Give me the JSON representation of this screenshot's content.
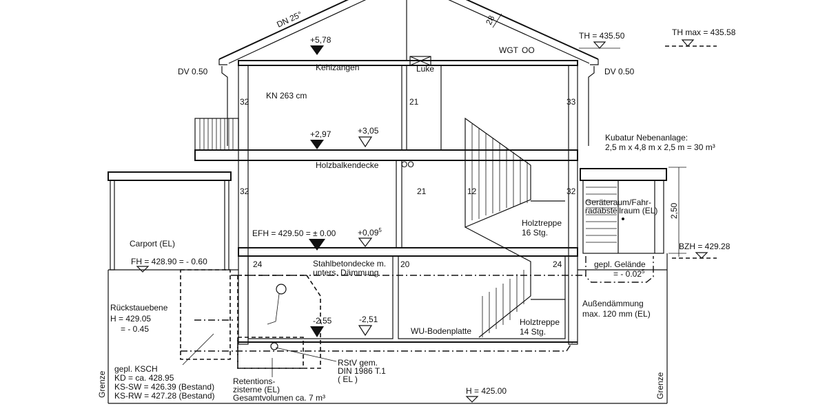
{
  "roof": {
    "pitch": "DN 25°",
    "rafter": "28",
    "eave_left": "DV 0.50",
    "eave_right": "DV 0.50",
    "th": "TH = 435.50",
    "th_max": "TH max = 435.58",
    "wgt": "WGT",
    "wgt_symbol": "OO"
  },
  "attic": {
    "level": "+5,78",
    "collar": "Kehlzangen",
    "hatch": "Luke",
    "height": "KN 263 cm"
  },
  "upper_floor": {
    "wall_left": "32",
    "wall_inner": "21",
    "wall_right": "33",
    "level_raw": "+2,97",
    "level_finished": "+3,05",
    "ceiling": "Holzbalkendecke",
    "symbol": "OO"
  },
  "ground_floor": {
    "wall_left": "32",
    "wall_inner": "21",
    "stair_wall": "12",
    "wall_right": "32",
    "efh": "EFH = 429.50 = ± 0.00",
    "level_finished": "+0,09",
    "level_sup": "5",
    "stairs": "Holztreppe",
    "stairs_steps": "16 Stg."
  },
  "basement": {
    "wall_left": "24",
    "wall_inner": "20",
    "wall_right": "24",
    "ceiling_1": "Stahlbetondecke m.",
    "ceiling_2": "unters. Dämmung",
    "level_raw": "-2,55",
    "level_finished": "-2,51",
    "slab": "WU-Bodenplatte",
    "stairs": "Holztreppe",
    "stairs_steps": "14 Stg.",
    "insulation_1": "Außendämmung",
    "insulation_2": "max. 120 mm (EL)"
  },
  "carport": {
    "label": "Carport (EL)",
    "fh": "FH = 428.90 = - 0.60"
  },
  "annex": {
    "title": "Kubatur Nebenanlage:",
    "dims": "2,5 m x 4,8 m x 2,5 m = 30 m³",
    "room_1": "Geräteraum/Fahr-",
    "room_2": "radabstellraum (EL)",
    "height": "2,50",
    "bzh": "BZH = 429.28",
    "terrain_1": "gepl. Gelände",
    "terrain_2": "= - 0.02",
    "terrain_sup": "5"
  },
  "drainage": {
    "backflow_1": "Rückstauebene",
    "backflow_2": "H = 429.05",
    "backflow_3": "=   - 0.45",
    "ksch": "gepl. KSCH",
    "kd": "KD =  ca. 428.95",
    "ks_sw": "KS-SW = 426.39 (Bestand)",
    "ks_rw": "KS-RW = 427.28 (Bestand)",
    "retention_1": "Retentions-",
    "retention_2": "zisterne (EL)",
    "retention_3": "Gesamtvolumen ca. 7 m³",
    "rstv_1": "RStV gem.",
    "rstv_2": "DIN 1986 T.1",
    "rstv_3": "( EL )"
  },
  "site": {
    "boundary_left": "Grenze",
    "boundary_right": "Grenze",
    "h": "H = 425.00"
  }
}
